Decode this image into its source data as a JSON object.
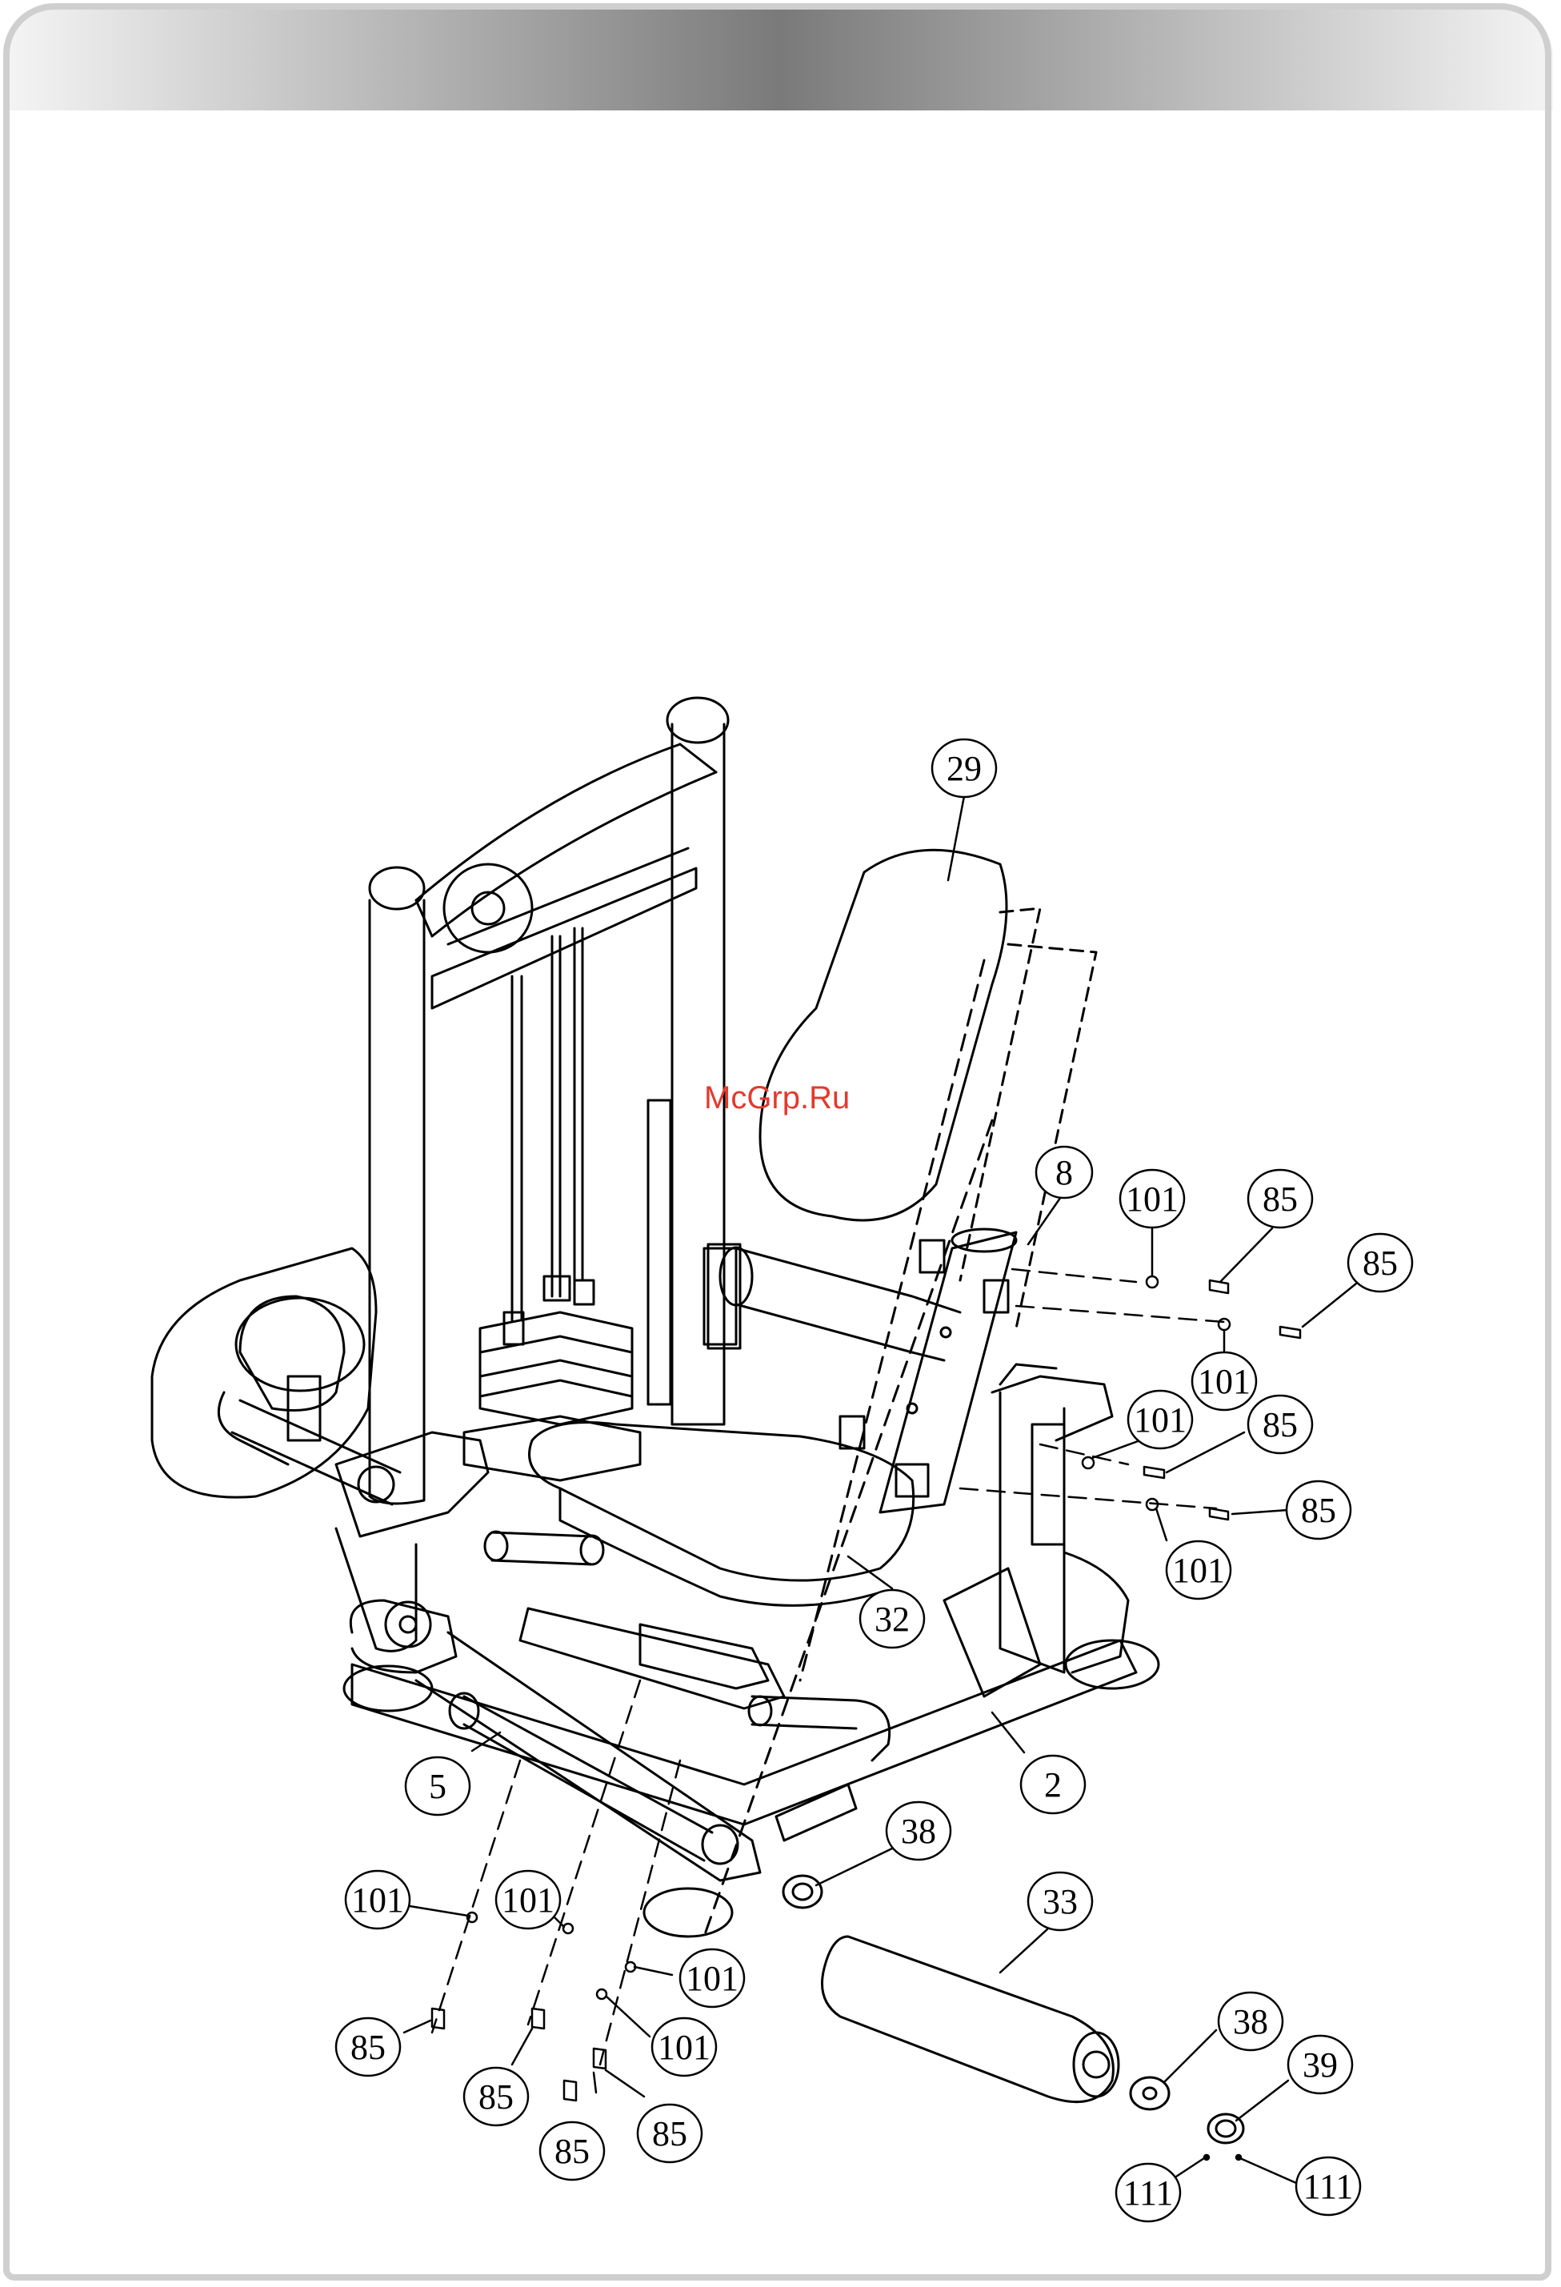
{
  "watermark": "McGrp.Ru",
  "callouts": [
    {
      "id": "c29",
      "label": "29"
    },
    {
      "id": "c8",
      "label": "8"
    },
    {
      "id": "c101a",
      "label": "101"
    },
    {
      "id": "c85a",
      "label": "85"
    },
    {
      "id": "c85b",
      "label": "85"
    },
    {
      "id": "c101b",
      "label": "101"
    },
    {
      "id": "c101c",
      "label": "101"
    },
    {
      "id": "c85c",
      "label": "85"
    },
    {
      "id": "c85d",
      "label": "85"
    },
    {
      "id": "c101d",
      "label": "101"
    },
    {
      "id": "c32",
      "label": "32"
    },
    {
      "id": "c2",
      "label": "2"
    },
    {
      "id": "c5",
      "label": "5"
    },
    {
      "id": "c38a",
      "label": "38"
    },
    {
      "id": "c33",
      "label": "33"
    },
    {
      "id": "c101e",
      "label": "101"
    },
    {
      "id": "c101f",
      "label": "101"
    },
    {
      "id": "c101g",
      "label": "101"
    },
    {
      "id": "c101h",
      "label": "101"
    },
    {
      "id": "c85e",
      "label": "85"
    },
    {
      "id": "c85f",
      "label": "85"
    },
    {
      "id": "c85g",
      "label": "85"
    },
    {
      "id": "c85h",
      "label": "85"
    },
    {
      "id": "c38b",
      "label": "38"
    },
    {
      "id": "c39",
      "label": "39"
    },
    {
      "id": "c111a",
      "label": "111"
    },
    {
      "id": "c111b",
      "label": "111"
    }
  ]
}
